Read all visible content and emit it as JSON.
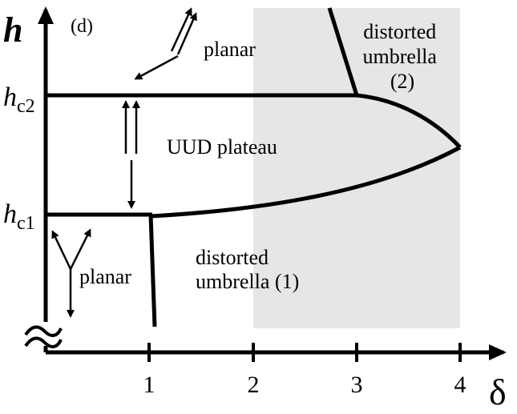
{
  "panel_label": "(d)",
  "axes": {
    "y_label": "h",
    "x_label": "δ",
    "x_ticks": [
      "1",
      "2",
      "3",
      "4"
    ],
    "y_ticks": [
      {
        "main": "h",
        "sub": "c2"
      },
      {
        "main": "h",
        "sub": "c1"
      }
    ]
  },
  "regions": {
    "planar_top": "planar",
    "planar_bottom": "planar",
    "uud_plateau": "UUD plateau",
    "distorted_umbrella_1": [
      "distorted",
      "umbrella (1)"
    ],
    "distorted_umbrella_2": [
      "distorted",
      "umbrella",
      "(2)"
    ]
  },
  "shaded_region": {
    "x_from": 2,
    "x_to": 4,
    "color": "#e6e6e6"
  },
  "colors": {
    "line": "#000000",
    "shade": "#e6e6e6",
    "background": "#ffffff"
  }
}
